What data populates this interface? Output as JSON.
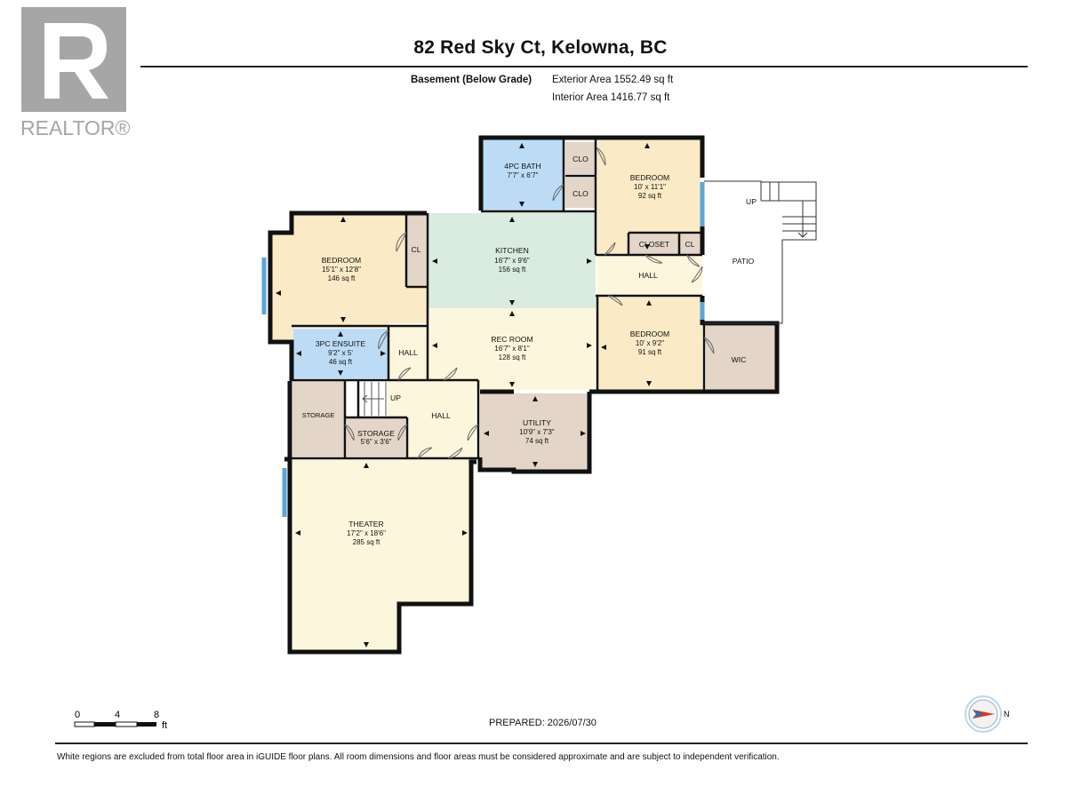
{
  "branding": {
    "logo_text": "REALTOR®",
    "logo_color": "#a6a6a6"
  },
  "header": {
    "title": "82 Red Sky Ct, Kelowna, BC",
    "level": "Basement (Below Grade)",
    "exterior_area": "Exterior Area 1552.49 sq ft",
    "interior_area": "Interior Area 1416.77 sq ft"
  },
  "colors": {
    "bath": "#bcdcf5",
    "bedroom": "#faeac6",
    "kitchen": "#d9ecdf",
    "living": "#fcf7dc",
    "service": "#e3d6c8",
    "window": "#5aa6d8",
    "wall": "#111111"
  },
  "rooms": {
    "bath4": {
      "name": "4PC BATH",
      "dims": "7'7\" x 6'7\""
    },
    "clo1": {
      "name": "CLO"
    },
    "clo2": {
      "name": "CLO"
    },
    "bedroom_ne": {
      "name": "BEDROOM",
      "dims": "10' x 11'1\"",
      "area": "92 sq ft"
    },
    "bedroom_w": {
      "name": "BEDROOM",
      "dims": "15'1\" x 12'8\"",
      "area": "146 sq ft"
    },
    "cl_w": {
      "name": "CL"
    },
    "kitchen": {
      "name": "KITCHEN",
      "dims": "16'7\" x 9'6\"",
      "area": "156 sq ft"
    },
    "closet": {
      "name": "CLOSET"
    },
    "cl_e": {
      "name": "CL"
    },
    "hall_e": {
      "name": "HALL"
    },
    "patio": {
      "name": "PATIO",
      "up": "UP"
    },
    "rec_room": {
      "name": "REC ROOM",
      "dims": "16'7\" x 8'1\"",
      "area": "128 sq ft"
    },
    "bedroom_e": {
      "name": "BEDROOM",
      "dims": "10' x 9'2\"",
      "area": "91 sq ft"
    },
    "wic": {
      "name": "WIC"
    },
    "ensuite": {
      "name": "3PC ENSUITE",
      "dims": "9'2\" x 5'",
      "area": "46 sq ft"
    },
    "hall_w": {
      "name": "HALL"
    },
    "storage_w": {
      "name": "STORAGE"
    },
    "stairs": {
      "up": "UP"
    },
    "hall_c": {
      "name": "HALL"
    },
    "storage_c": {
      "name": "STORAGE",
      "dims": "5'6\" x 3'6\""
    },
    "utility": {
      "name": "UTILITY",
      "dims": "10'9\" x 7'3\"",
      "area": "74 sq ft"
    },
    "theater": {
      "name": "THEATER",
      "dims": "17'2\" x 18'6\"",
      "area": "285 sq ft"
    }
  },
  "scale": {
    "t0": "0",
    "t4": "4",
    "t8": "8",
    "unit": "ft"
  },
  "footer": {
    "prepared": "PREPARED: 2026/07/30",
    "compass_label": "N",
    "disclaimer": "White regions are excluded from total floor area in iGUIDE floor plans. All room dimensions and floor areas must be considered approximate and are subject to independent verification."
  }
}
